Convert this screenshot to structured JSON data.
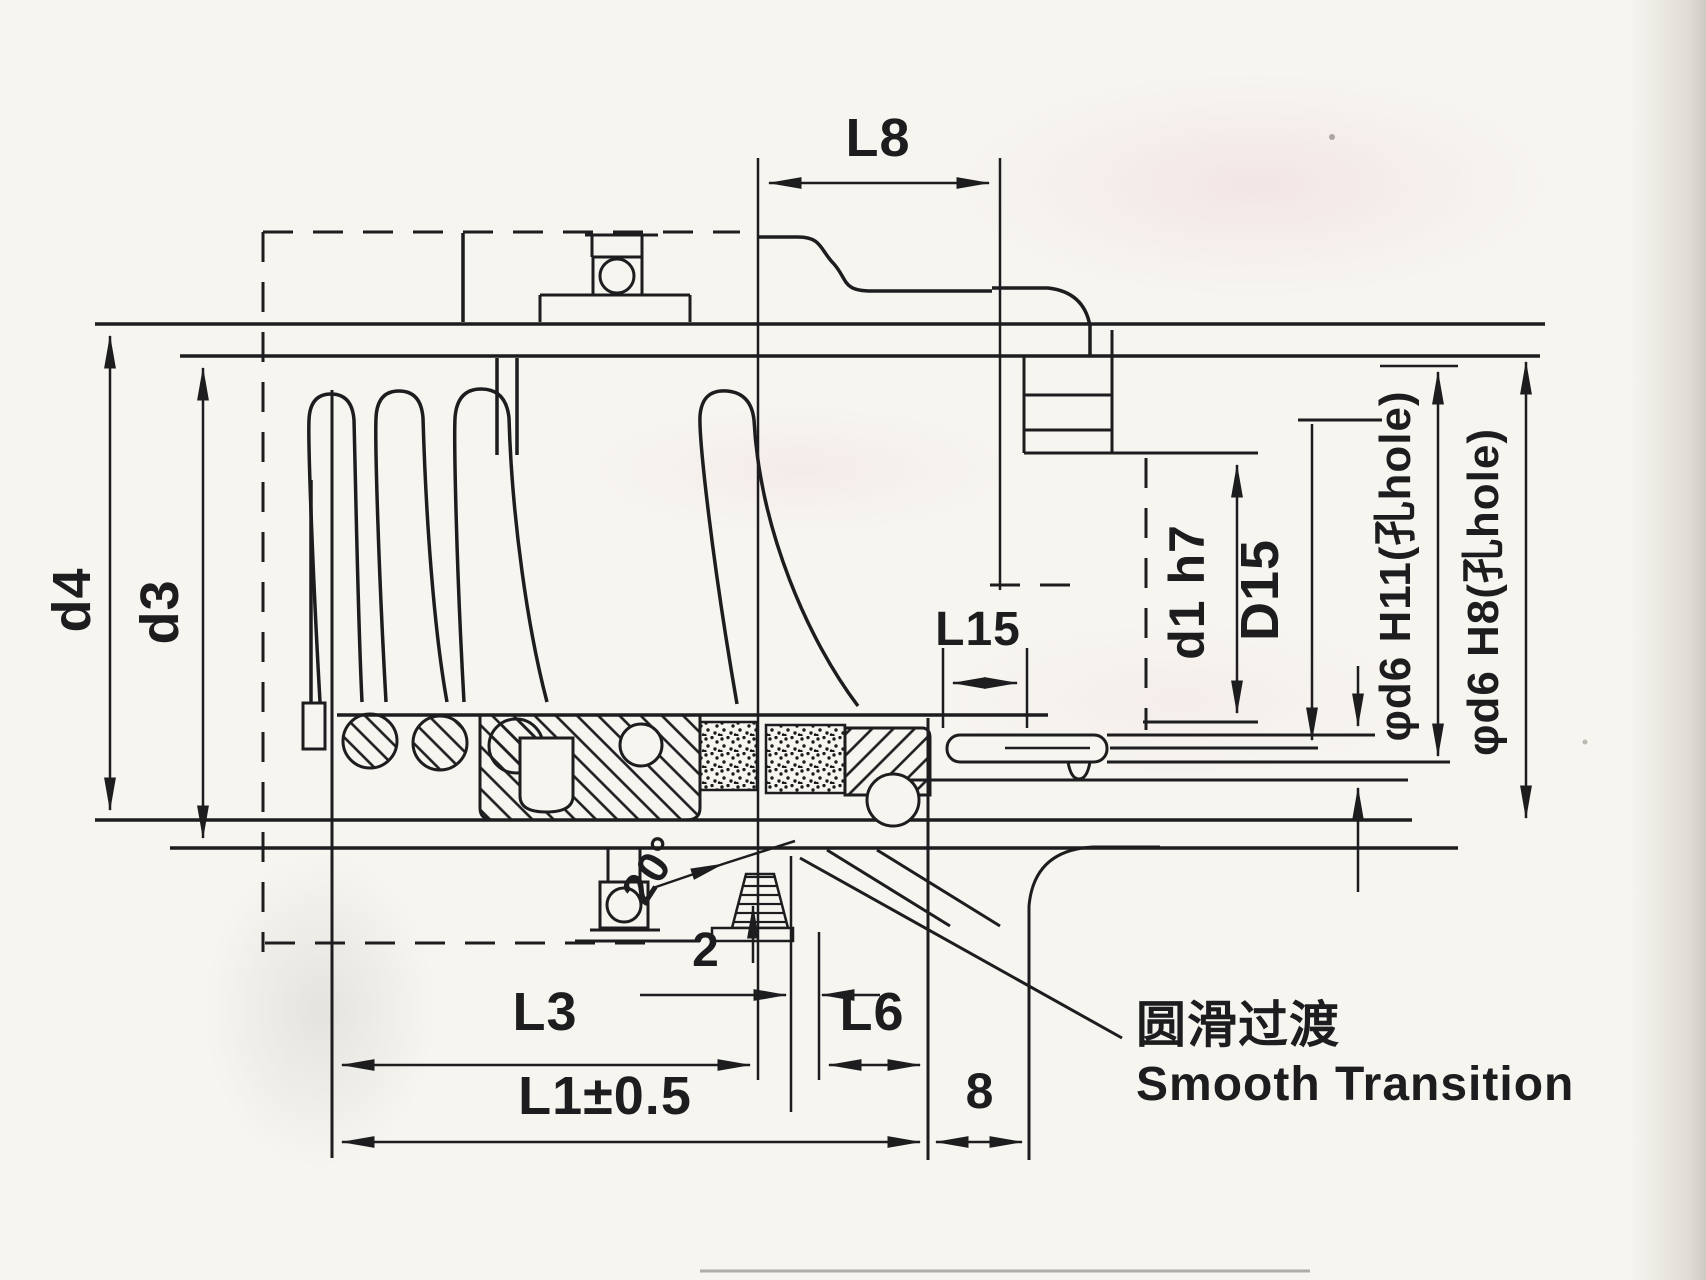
{
  "labels": {
    "l8": "L8",
    "d4": "d4",
    "d3": "d3",
    "d1_h7": "d1 h7",
    "d15": "D15",
    "l15": "L15",
    "phi_d6_h11": "φd6  H11(孔hole)",
    "phi_d6_h8": "φd6  H8(孔hole)",
    "dim_2": "2",
    "angle_20": "20°",
    "l3": "L3",
    "l6": "L6",
    "l1": "L1±0.5",
    "dim_8": "8"
  },
  "callout": {
    "zh": "圆滑过渡",
    "en": "Smooth Transition"
  },
  "colors": {
    "ink": "#1d1d1f",
    "paper": "#f7f5f0"
  }
}
